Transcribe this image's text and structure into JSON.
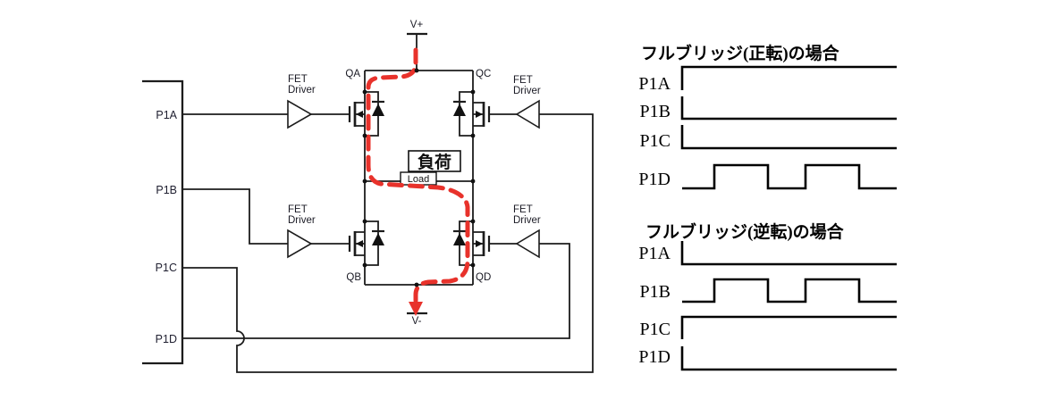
{
  "circuit": {
    "ports": [
      {
        "label": "P1A"
      },
      {
        "label": "P1B"
      },
      {
        "label": "P1C"
      },
      {
        "label": "P1D"
      }
    ],
    "driver": {
      "line1": "FET",
      "line2": "Driver"
    },
    "transistors": {
      "qa": "QA",
      "qb": "QB",
      "qc": "QC",
      "qd": "QD"
    },
    "supply": {
      "positive": "V+",
      "negative": "V-"
    },
    "load": {
      "jp": "負荷",
      "en": "Load"
    },
    "colors": {
      "wire": "#1c1c1c",
      "current_path": "#e8322b"
    }
  },
  "timing_diagrams": [
    {
      "title": "フルブリッジ(正転)の場合",
      "signals": [
        {
          "label": "P1A",
          "pattern": "high"
        },
        {
          "label": "P1B",
          "pattern": "low"
        },
        {
          "label": "P1C",
          "pattern": "low"
        },
        {
          "label": "P1D",
          "pattern": "pwm"
        }
      ]
    },
    {
      "title": "フルブリッジ(逆転)の場合",
      "signals": [
        {
          "label": "P1A",
          "pattern": "low"
        },
        {
          "label": "P1B",
          "pattern": "pwm"
        },
        {
          "label": "P1C",
          "pattern": "high"
        },
        {
          "label": "P1D",
          "pattern": "low"
        }
      ]
    }
  ],
  "pwm_shape": {
    "segments": [
      36,
      60,
      42,
      60,
      42
    ],
    "start_level": "low"
  }
}
